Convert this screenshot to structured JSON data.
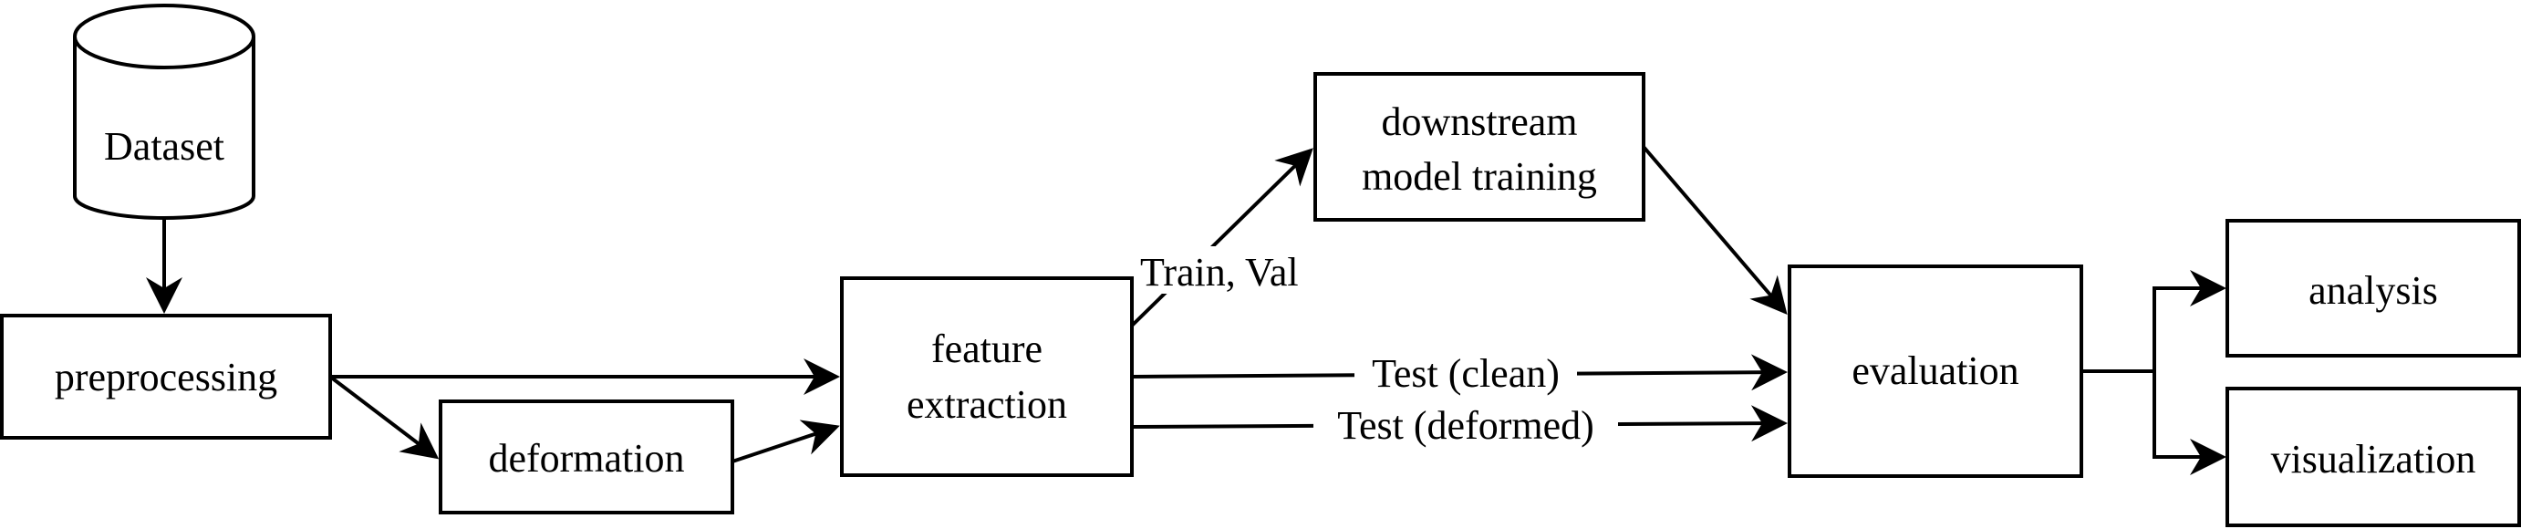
{
  "nodes": {
    "dataset": "Dataset",
    "preprocessing": "preprocessing",
    "deformation": "deformation",
    "feature_extraction": [
      "feature",
      "extraction"
    ],
    "downstream": [
      "downstream",
      "model training"
    ],
    "evaluation": "evaluation",
    "analysis": "analysis",
    "visualization": "visualization"
  },
  "edges": {
    "train_val": "Train, Val",
    "test_clean": "Test (clean)",
    "test_deformed": "Test (deformed)"
  }
}
